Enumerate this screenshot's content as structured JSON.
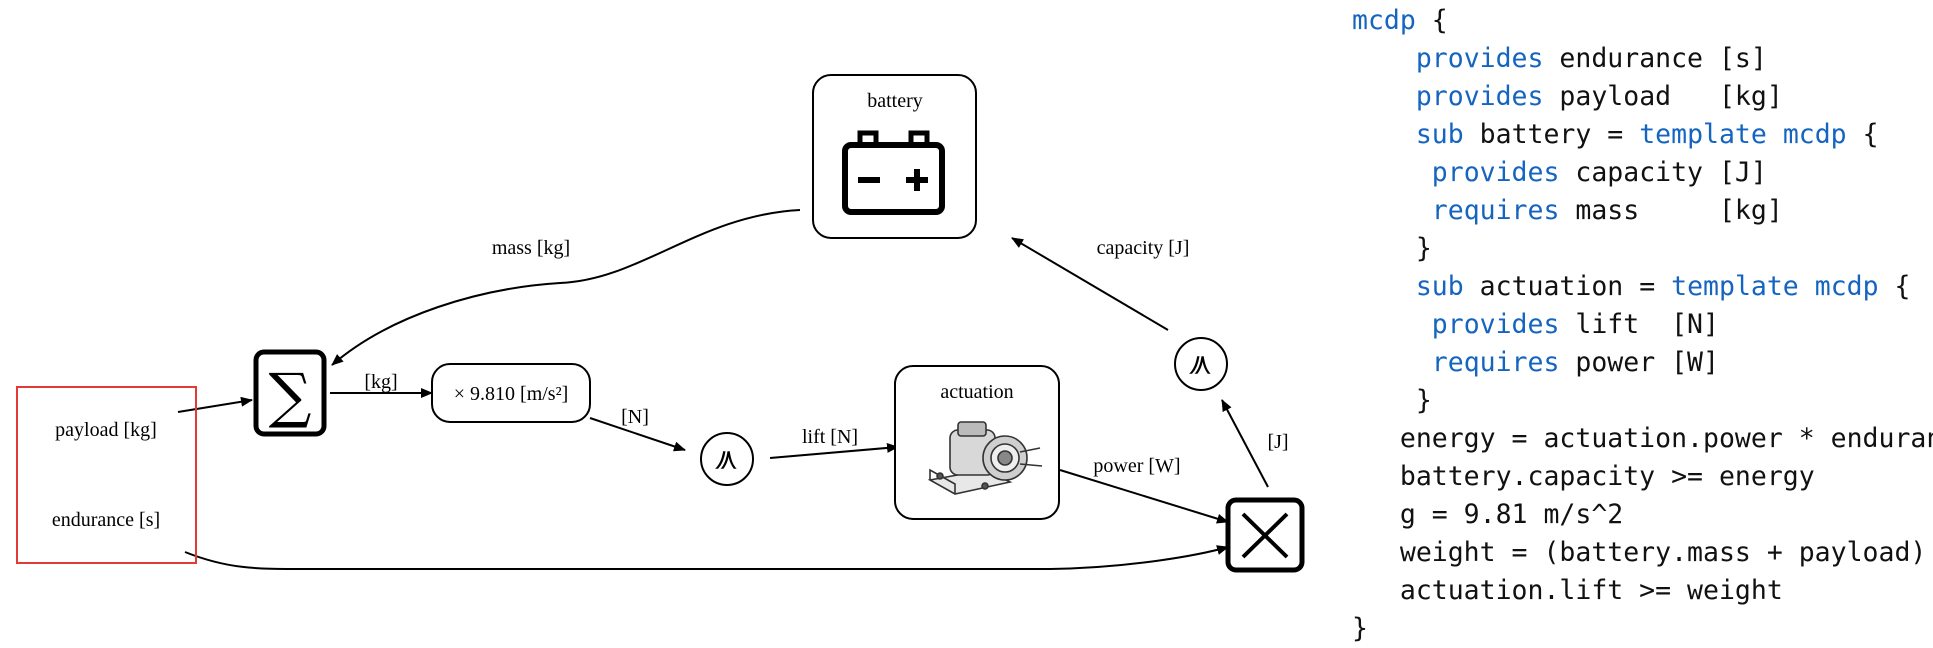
{
  "diagram": {
    "nodes": {
      "battery_title": "battery",
      "actuation_title": "actuation",
      "sum_symbol": "∑",
      "multiplier": "× 9.810 [m/s²]",
      "leq_symbol": "≼",
      "payload": "payload [kg]",
      "endurance": "endurance [s]"
    },
    "edges": {
      "mass": "mass [kg]",
      "capacity": "capacity [J]",
      "kg": "[kg]",
      "newton": "[N]",
      "lift": "lift [N]",
      "power": "power [W]",
      "joule": "[J]"
    },
    "colors": {
      "interface_box": "#e53935",
      "keyword": "#1565c0"
    }
  },
  "code": [
    [
      {
        "k": true,
        "t": "mcdp"
      },
      {
        "t": " {"
      }
    ],
    [
      {
        "t": "    "
      },
      {
        "k": true,
        "t": "provides"
      },
      {
        "t": " endurance [s]"
      }
    ],
    [
      {
        "t": "    "
      },
      {
        "k": true,
        "t": "provides"
      },
      {
        "t": " payload   [kg]"
      }
    ],
    [
      {
        "t": "    "
      },
      {
        "k": true,
        "t": "sub"
      },
      {
        "t": " battery = "
      },
      {
        "k": true,
        "t": "template"
      },
      {
        "t": " "
      },
      {
        "k": true,
        "t": "mcdp"
      },
      {
        "t": " {"
      }
    ],
    [
      {
        "t": "     "
      },
      {
        "k": true,
        "t": "provides"
      },
      {
        "t": " capacity [J]"
      }
    ],
    [
      {
        "t": "     "
      },
      {
        "k": true,
        "t": "requires"
      },
      {
        "t": " mass     [kg]"
      }
    ],
    [
      {
        "t": "    }"
      }
    ],
    [
      {
        "t": "    "
      },
      {
        "k": true,
        "t": "sub"
      },
      {
        "t": " actuation = "
      },
      {
        "k": true,
        "t": "template"
      },
      {
        "t": " "
      },
      {
        "k": true,
        "t": "mcdp"
      },
      {
        "t": " {"
      }
    ],
    [
      {
        "t": "     "
      },
      {
        "k": true,
        "t": "provides"
      },
      {
        "t": " lift  [N]"
      }
    ],
    [
      {
        "t": "     "
      },
      {
        "k": true,
        "t": "requires"
      },
      {
        "t": " power [W]"
      }
    ],
    [
      {
        "t": "    }"
      }
    ],
    [
      {
        "t": "   energy = actuation.power * endurance"
      }
    ],
    [
      {
        "t": "   battery.capacity >= energy"
      }
    ],
    [
      {
        "t": "   g = 9.81 m/s^2"
      }
    ],
    [
      {
        "t": "   weight = (battery.mass + payload) * g"
      }
    ],
    [
      {
        "t": "   actuation.lift >= weight"
      }
    ],
    [
      {
        "t": "}"
      }
    ]
  ]
}
